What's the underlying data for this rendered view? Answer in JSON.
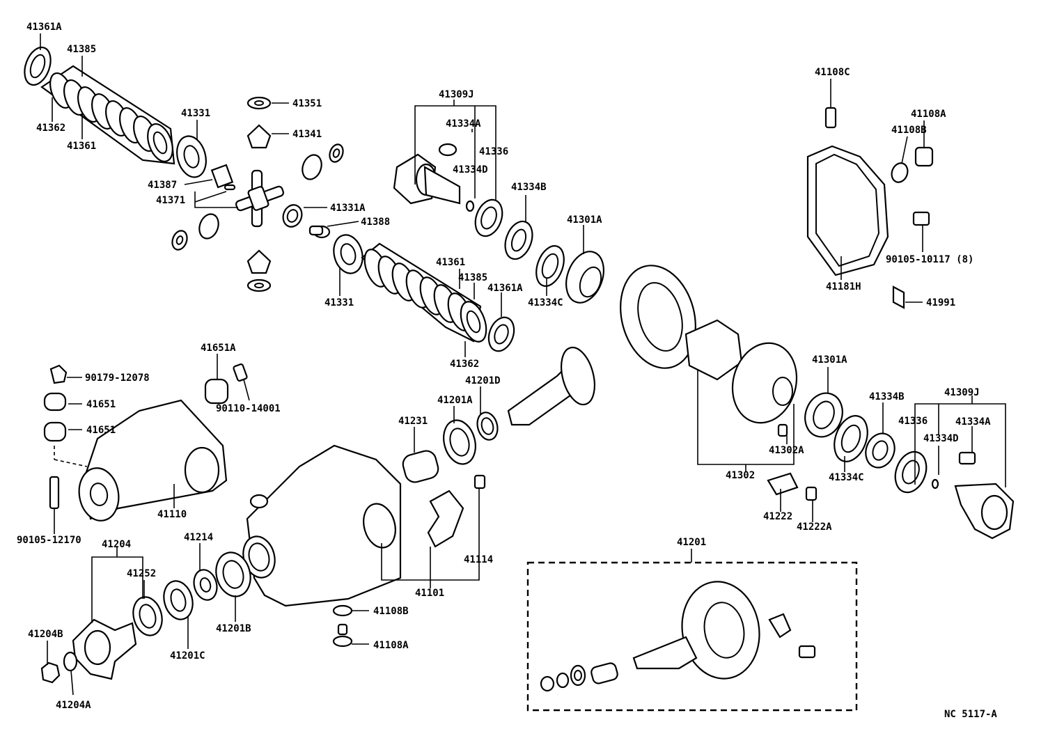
{
  "diagram_code": "NC 5117-A",
  "labels": [
    {
      "id": "l1",
      "text": "41361A"
    },
    {
      "id": "l2",
      "text": "41385"
    },
    {
      "id": "l3",
      "text": "41362"
    },
    {
      "id": "l4",
      "text": "41361"
    },
    {
      "id": "l5",
      "text": "41331"
    },
    {
      "id": "l6",
      "text": "41351"
    },
    {
      "id": "l7",
      "text": "41341"
    },
    {
      "id": "l8",
      "text": "41387"
    },
    {
      "id": "l9",
      "text": "41371"
    },
    {
      "id": "l10",
      "text": "41331A"
    },
    {
      "id": "l11",
      "text": "41388"
    },
    {
      "id": "l12",
      "text": "41331"
    },
    {
      "id": "l13",
      "text": "41309J"
    },
    {
      "id": "l14",
      "text": "41334A"
    },
    {
      "id": "l15",
      "text": "41336"
    },
    {
      "id": "l16",
      "text": "41334D"
    },
    {
      "id": "l17",
      "text": "41334B"
    },
    {
      "id": "l18",
      "text": "41301A"
    },
    {
      "id": "l19",
      "text": "41361"
    },
    {
      "id": "l20",
      "text": "41385"
    },
    {
      "id": "l21",
      "text": "41361A"
    },
    {
      "id": "l22",
      "text": "41334C"
    },
    {
      "id": "l23",
      "text": "41362"
    },
    {
      "id": "l24",
      "text": "41108C"
    },
    {
      "id": "l25",
      "text": "41108A"
    },
    {
      "id": "l26",
      "text": "41108B"
    },
    {
      "id": "l27",
      "text": "90105-10117 (8)"
    },
    {
      "id": "l28",
      "text": "41181H"
    },
    {
      "id": "l29",
      "text": "41991"
    },
    {
      "id": "l30",
      "text": "41651A"
    },
    {
      "id": "l31",
      "text": "90179-12078"
    },
    {
      "id": "l32",
      "text": "41651"
    },
    {
      "id": "l33",
      "text": "41651"
    },
    {
      "id": "l34",
      "text": "90110-14001"
    },
    {
      "id": "l35",
      "text": "41110"
    },
    {
      "id": "l36",
      "text": "90105-12170"
    },
    {
      "id": "l37",
      "text": "41201D"
    },
    {
      "id": "l38",
      "text": "41201A"
    },
    {
      "id": "l39",
      "text": "41231"
    },
    {
      "id": "l40",
      "text": "41301A"
    },
    {
      "id": "l41",
      "text": "41334B"
    },
    {
      "id": "l42",
      "text": "41309J"
    },
    {
      "id": "l43",
      "text": "41336"
    },
    {
      "id": "l44",
      "text": "41334A"
    },
    {
      "id": "l45",
      "text": "41334D"
    },
    {
      "id": "l46",
      "text": "41302A"
    },
    {
      "id": "l47",
      "text": "41334C"
    },
    {
      "id": "l48",
      "text": "41302"
    },
    {
      "id": "l49",
      "text": "41222"
    },
    {
      "id": "l50",
      "text": "41222A"
    },
    {
      "id": "l51",
      "text": "41204"
    },
    {
      "id": "l52",
      "text": "41214"
    },
    {
      "id": "l53",
      "text": "41252"
    },
    {
      "id": "l54",
      "text": "41201B"
    },
    {
      "id": "l55",
      "text": "41201C"
    },
    {
      "id": "l56",
      "text": "41204B"
    },
    {
      "id": "l57",
      "text": "41204A"
    },
    {
      "id": "l58",
      "text": "41114"
    },
    {
      "id": "l59",
      "text": "41101"
    },
    {
      "id": "l60",
      "text": "41108B"
    },
    {
      "id": "l61",
      "text": "41108A"
    },
    {
      "id": "l62",
      "text": "41201"
    }
  ]
}
